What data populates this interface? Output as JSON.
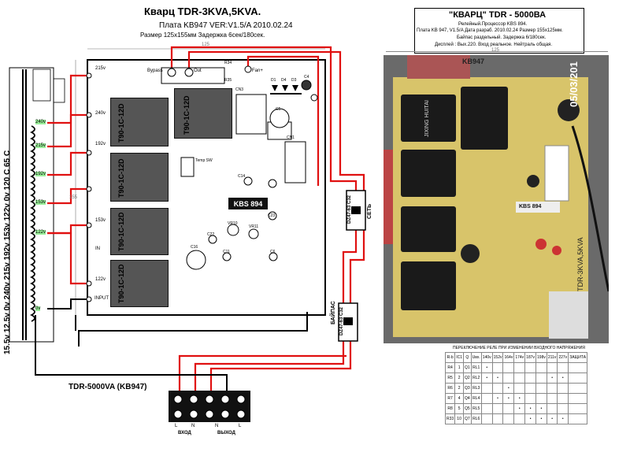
{
  "left_panel": {
    "title": "Кварц TDR-3KVA,5KVA.",
    "board_line": "Плата KB947  VER:V1.5/A    2010.02.24",
    "size_line": "Размер 125х155мм    Задержка 6сек/180сек.",
    "bottom_label": "TDR-5000VA (KB947)",
    "dim_top": "125",
    "dim_side": "155",
    "transformer_label": "15.5v 12.5v 0v 240v 215v 192v 153v 122v 0v 120 C 65 C",
    "taps": [
      "240v",
      "215v",
      "192v",
      "153v",
      "122v",
      "0v"
    ],
    "pins_left": [
      "215v",
      "240v",
      "192v",
      "153v",
      "IN",
      "122v",
      "INPUT"
    ],
    "top_pins": [
      "Bypass",
      "Out",
      "Fan+"
    ],
    "relay_labels": [
      "T90-1C-12D",
      "T90-1C-12D",
      "T90-1C-12D",
      "T90-1C-12D",
      "T90-1C-12D"
    ],
    "relay_top_label": "T90-1C-12D",
    "chip_label": "KBS 894",
    "breaker1": "DZ47-63 C32",
    "breaker1_side": "СЕТЬ",
    "breaker2": "DZ47-63 C32",
    "breaker2_side": "БАЙПАС",
    "terminal_in": "ВХОД",
    "terminal_out": "ВЫХОД",
    "terminal_letters": [
      "L",
      "N",
      "N",
      "L"
    ],
    "parts": [
      "R34",
      "R35",
      "D1",
      "D4",
      "D3",
      "C4",
      "CN3",
      "CN1",
      "C5",
      "C14",
      "C23",
      "C22",
      "C11",
      "C6",
      "VR11",
      "VR10",
      "C16",
      "Temp SW"
    ]
  },
  "right_panel": {
    "title": "\"КВАРЦ\"  TDR - 5000ВА",
    "line1": "Релейный.Процессор KBS 894.",
    "line2": "Плата KB 947, V1.5/A  Дата разраб. 2010.02.24  Размер 155x125мм.",
    "line3": "Байпас раздельный. Задержка 6/180сек.",
    "line4": "Дисплей : Вых.220. Вход реальное. Нейтраль общая.",
    "dim_top": "125",
    "photo_date": "05/03/201",
    "photo_board": "KB947",
    "photo_chip": "KBS 894",
    "photo_side": "TDR-3KVA,5KVA",
    "photo_relay": "JIXING HUITAI"
  },
  "table": {
    "title": "ПЕРЕКЛЮЧЕНИЕ РЕЛЕ ПРИ ИЗМЕНЕНИИ ВХОДНОГО НАПРЯЖЕНИЯ",
    "headers": [
      "R-b",
      "IC1",
      "Q",
      "Uвх.",
      "140v",
      "152v",
      "164v",
      "174v",
      "187v",
      "198v",
      "211v",
      "227v",
      "ЗАЩИТА"
    ],
    "rows": [
      [
        "R4",
        "1",
        "Q1",
        "RL1"
      ],
      [
        "R5",
        "2",
        "Q2",
        "RL2"
      ],
      [
        "R6",
        "2",
        "Q3",
        "RL3"
      ],
      [
        "R7",
        "4",
        "Q4",
        "RL4"
      ],
      [
        "R8",
        "5",
        "Q5",
        "RL5"
      ],
      [
        "R33",
        "10",
        "Q7",
        "RL6"
      ]
    ]
  }
}
